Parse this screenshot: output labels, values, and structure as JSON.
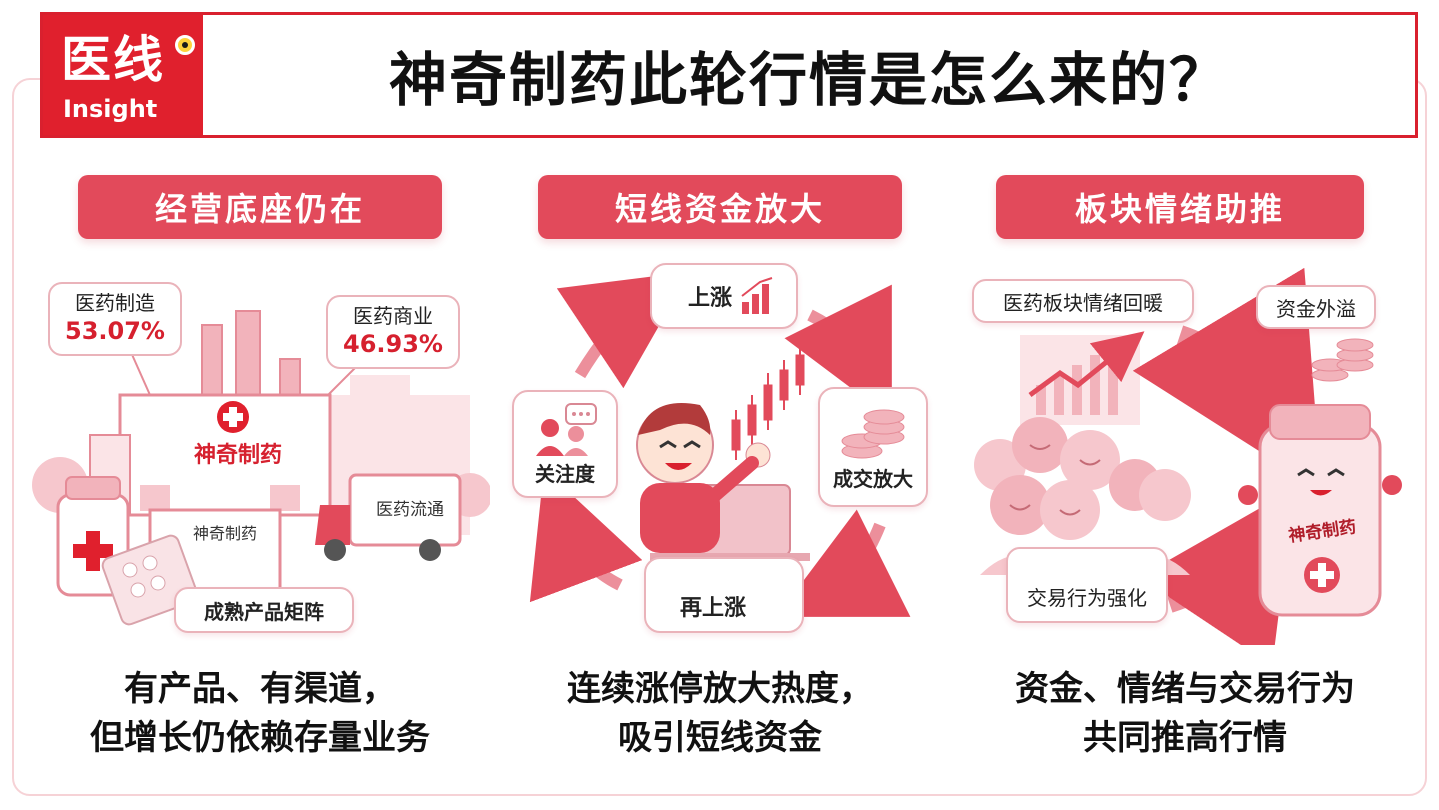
{
  "header": {
    "logo_cn": "医线",
    "logo_en": "Insight",
    "title": "神奇制药此轮行情是怎么来的？"
  },
  "sections": [
    {
      "title": "经营底座仍在",
      "labels": {
        "manufacturing": "医药制造",
        "manufacturing_pct": "53.07%",
        "commerce": "医药商业",
        "commerce_pct": "46.93%",
        "factory": "神奇制药",
        "box": "神奇制药",
        "truck": "医药流通",
        "products": "成熟产品矩阵"
      },
      "caption_line1": "有产品、有渠道，",
      "caption_line2": "但增长仍依赖存量业务"
    },
    {
      "title": "短线资金放大",
      "labels": {
        "up": "上涨",
        "volume": "成交放大",
        "again": "再上涨",
        "attention": "关注度"
      },
      "caption_line1": "连续涨停放大热度，",
      "caption_line2": "吸引短线资金"
    },
    {
      "title": "板块情绪助推",
      "labels": {
        "sector": "医药板块情绪回暖",
        "spill": "资金外溢",
        "trading": "交易行为强化",
        "bottle": "神奇制药"
      },
      "caption_line1": "资金、情绪与交易行为",
      "caption_line2": "共同推高行情"
    }
  ],
  "colors": {
    "brand_red": "#e0202d",
    "pill": "#e24a5b",
    "soft_pink": "#f6c7cd",
    "light_pink": "#fbe4e7"
  }
}
